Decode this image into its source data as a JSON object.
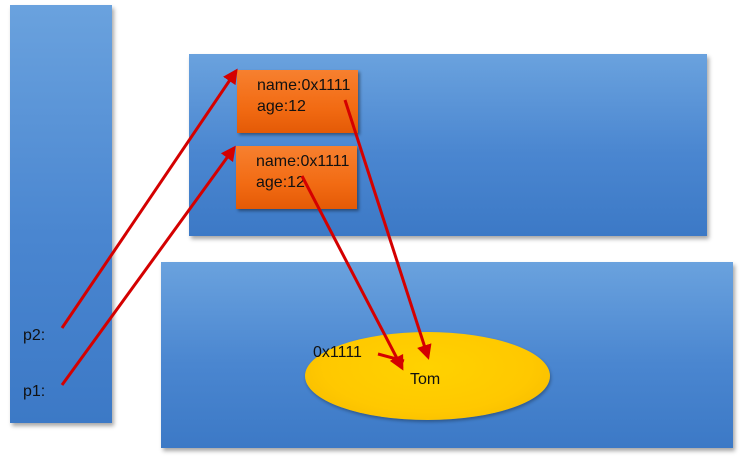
{
  "stack": {
    "p2_label": "p2:",
    "p1_label": "p1:"
  },
  "heap_objects": [
    {
      "name_line": "name:0x1111",
      "age_line": "age:12"
    },
    {
      "name_line": "name:0x1111",
      "age_line": "age:12"
    }
  ],
  "string_pool": {
    "address": "0x1111",
    "value": "Tom"
  },
  "colors": {
    "panel": "#4a86d0",
    "object": "#f26b13",
    "string_object": "#ffc800",
    "arrow": "#d40000"
  }
}
